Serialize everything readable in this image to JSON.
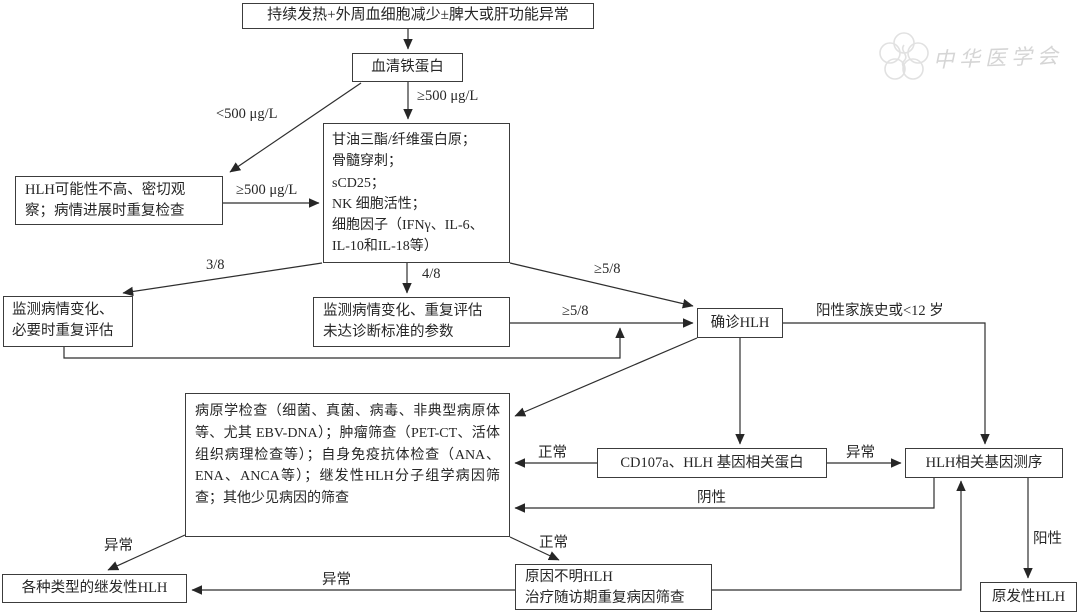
{
  "watermark": {
    "society": "中华医学会"
  },
  "nodes": {
    "start": "持续发热+外周血细胞减少±脾大或肝功能异常",
    "ferritin": "血清铁蛋白",
    "criteria": {
      "l1": "甘油三酯/纤维蛋白原；",
      "l2": "骨髓穿刺；",
      "l3": "sCD25；",
      "l4": "NK 细胞活性；",
      "l5": "细胞因子（IFNγ、IL-6、",
      "l6": "IL-10和IL-18等）"
    },
    "observe": {
      "l1": "HLH可能性不高、密切观",
      "l2": "察；病情进展时重复检查"
    },
    "monitor_left": {
      "l1": "监测病情变化、",
      "l2": "必要时重复评估"
    },
    "monitor_mid": {
      "l1": "监测病情变化、重复评估",
      "l2": "未达诊断标准的参数"
    },
    "confirm": "确诊HLH",
    "etiology": "病原学检查（细菌、真菌、病毒、非典型病原体等、尤其 EBV-DNA）；肿瘤筛查（PET-CT、活体组织病理检查等）；自身免疫抗体检查（ANA、ENA、ANCA等）；继发性HLH分子组学病因筛查；其他少见病因的筛查",
    "cd107a": "CD107a、HLH 基因相关蛋白",
    "sequencing": "HLH相关基因测序",
    "secondary": "各种类型的继发性HLH",
    "unknown": {
      "l1": "原因不明HLH",
      "l2": "治疗随访期重复病因筛查"
    },
    "primary": "原发性HLH"
  },
  "edge_labels": {
    "ferritin_high_v": "≥500 μg/L",
    "ferritin_low": "<500 μg/L",
    "ferritin_high_h": "≥500 μg/L",
    "score_3_8": "3/8",
    "score_4_8": "4/8",
    "score_5_8_diag": "≥5/8",
    "score_5_8_h": "≥5/8",
    "family_history": "阳性家族史或<12 岁",
    "cd107a_normal": "正常",
    "cd107a_abnormal": "异常",
    "seq_negative": "阴性",
    "etiology_abnormal": "异常",
    "etiology_normal": "正常",
    "followup_abnormal": "异常",
    "seq_positive": "阳性"
  }
}
